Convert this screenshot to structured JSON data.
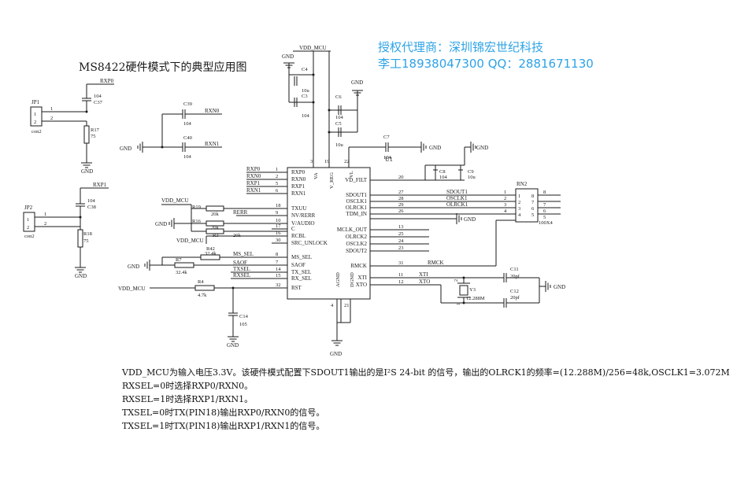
{
  "header": {
    "agent_line": "授权代理商：深圳锦宏世纪科技",
    "contact_line": "李工18938047300 QQ：2881671130"
  },
  "diagram_title": "MS8422硬件模式下的典型应用图",
  "chip": {
    "ref": "U1",
    "left_pins": [
      {
        "num": "1",
        "name": "RXP0",
        "net": "RXP0"
      },
      {
        "num": "2",
        "name": "RXN0",
        "net": "RXN0"
      },
      {
        "num": "5",
        "name": "RXP1",
        "net": "RXP1"
      },
      {
        "num": "6",
        "name": "RXN1",
        "net": "RXN1"
      },
      {
        "num": "18",
        "name": "TXUU",
        "net": ""
      },
      {
        "num": "9",
        "name": "NV/RERR",
        "net": "RERR"
      },
      {
        "num": "10",
        "name": "V/AUDIO",
        "net": ""
      },
      {
        "num": "17",
        "name": "C",
        "net": ""
      },
      {
        "num": "16",
        "name": "RCBL",
        "net": ""
      },
      {
        "num": "30",
        "name": "SRC_UNLOCK",
        "net": ""
      },
      {
        "num": "8",
        "name": "MS_SEL",
        "net": "MS_SEL"
      },
      {
        "num": "7",
        "name": "SAOF",
        "net": "SAOF"
      },
      {
        "num": "14",
        "name": "TX_SEL",
        "net": "TXSEL"
      },
      {
        "num": "15",
        "name": "RX_SEL",
        "net": "RXSEL"
      },
      {
        "num": "32",
        "name": "RST",
        "net": ""
      }
    ],
    "right_pins": [
      {
        "num": "20",
        "name": "VD_FILT",
        "net": ""
      },
      {
        "num": "27",
        "name": "SDOUT1",
        "net": "SDOUT1"
      },
      {
        "num": "28",
        "name": "OSCLK1",
        "net": "OSCLK1"
      },
      {
        "num": "29",
        "name": "OLRCK1",
        "net": "OLRCK1"
      },
      {
        "num": "26",
        "name": "TDM_IN",
        "net": ""
      },
      {
        "num": "13",
        "name": "MCLK_OUT",
        "net": ""
      },
      {
        "num": "25",
        "name": "OLRCK2",
        "net": ""
      },
      {
        "num": "24",
        "name": "OSCLK2",
        "net": ""
      },
      {
        "num": "23",
        "name": "SDOUT2",
        "net": ""
      },
      {
        "num": "31",
        "name": "RMCK",
        "net": "RMCK"
      },
      {
        "num": "11",
        "name": "XTI",
        "net": "XTI"
      },
      {
        "num": "12",
        "name": "XTO",
        "net": "XTO"
      }
    ],
    "top_pins": [
      {
        "num": "3",
        "name": "VA"
      },
      {
        "num": "19",
        "name": "V_REG"
      },
      {
        "num": "22",
        "name": "VL"
      }
    ],
    "bottom_pins": [
      {
        "num": "4",
        "name": "AGND"
      },
      {
        "num": "21",
        "name": "DGND"
      }
    ]
  },
  "parts": {
    "jp1": {
      "ref": "JP1",
      "type": "con2",
      "pins": [
        "1",
        "2"
      ]
    },
    "jp2": {
      "ref": "JP2",
      "type": "con2",
      "pins": [
        "1",
        "2"
      ]
    },
    "c37": {
      "ref": "C37",
      "value": "104"
    },
    "c38": {
      "ref": "C38",
      "value": "104"
    },
    "r17": {
      "ref": "R17",
      "value": "75"
    },
    "r18": {
      "ref": "R18",
      "value": "75"
    },
    "c39": {
      "ref": "C39",
      "value": "104"
    },
    "c40": {
      "ref": "C40",
      "value": "104"
    },
    "c4": {
      "ref": "C4",
      "value": "10u"
    },
    "c3": {
      "ref": "C3",
      "value": "104"
    },
    "c6": {
      "ref": "C6",
      "value": "104"
    },
    "c5": {
      "ref": "C5",
      "value": "10u"
    },
    "c7": {
      "ref": "C7",
      "value": "104"
    },
    "c8": {
      "ref": "C8",
      "value": "104"
    },
    "c9": {
      "ref": "C9",
      "value": "10u"
    },
    "r19": {
      "ref": "R19",
      "value": "20k"
    },
    "r16": {
      "ref": "R16",
      "value": "20k"
    },
    "r3": {
      "ref": "R3",
      "value": "20k"
    },
    "r42": {
      "ref": "R42",
      "value": "32.4k"
    },
    "r7": {
      "ref": "R7",
      "value": "32.4k"
    },
    "r4": {
      "ref": "R4",
      "value": "4.7k"
    },
    "c14": {
      "ref": "C14",
      "value": "105"
    },
    "c11": {
      "ref": "C11",
      "value": "20pf"
    },
    "c12": {
      "ref": "C12",
      "value": "20pf"
    },
    "y3": {
      "ref": "Y3",
      "value": "12.288M",
      "pins": [
        "1",
        "2"
      ]
    },
    "rn2": {
      "ref": "RN2",
      "value": "100X4",
      "left": [
        "1",
        "2",
        "3",
        "4"
      ],
      "right": [
        "8",
        "7",
        "6",
        "5"
      ]
    }
  },
  "nets": {
    "vdd": "VDD_MCU",
    "gnd": "GND",
    "rxp0": "RXP0",
    "rxp1": "RXP1",
    "rxn0": "RXN0",
    "rxn1": "RXN1"
  },
  "notes": [
    "VDD_MCU为输入电压3.3V。该硬件模式配置下SDOUT1输出的是I²S 24-bit 的信号，输出的OLRCK1的频率=(12.288M)/256=48k,OSCLK1=3.072M",
    "RXSEL=0时选择RXP0/RXN0。",
    "RXSEL=1时选择RXP1/RXN1。",
    "TXSEL=0时TX(PIN18)输出RXP0/RXN0的信号。",
    "TXSEL=1时TX(PIN18)输出RXP1/RXN1的信号。"
  ]
}
